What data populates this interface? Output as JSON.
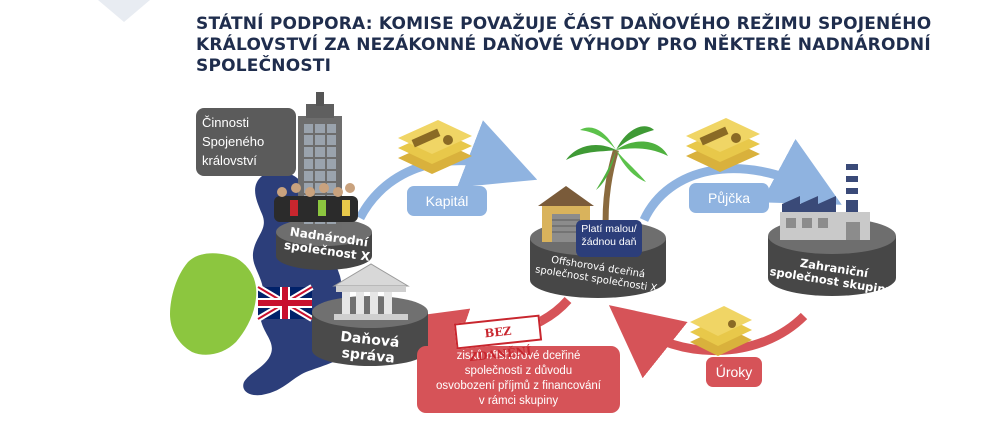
{
  "title_lines": [
    "STÁTNÍ PODPORA: KOMISE POVAŽUJE ČÁST DAŇOVÉHO REŽIMU SPOJENÉHO",
    "KRÁLOVSTVÍ ZA NEZÁKONNÉ DAŇOVÉ VÝHODY PRO NĚKTERÉ NADNÁRODNÍ",
    "SPOLEČNOSTI"
  ],
  "uk_activities_lines": [
    "Činnosti",
    "Spojeného",
    "království"
  ],
  "nodes": {
    "parent_lines": [
      "Nadnárodní",
      "společnost X"
    ],
    "tax_authority": "Daňová správa",
    "offshore_lines": [
      "Offshorová dceřiná",
      "společnost společnosti X"
    ],
    "foreign_lines": [
      "Zahraniční",
      "společnost skupiny X"
    ]
  },
  "flows": {
    "capital": "Kapitál",
    "loan": "Půjčka",
    "interest": "Úroky"
  },
  "low_tax_badge_lines": [
    "Platí malou/",
    "žádnou daň"
  ],
  "no_tax_stamp": "BEZ ZDANĚNÍ",
  "exemption_note_lines": [
    "zisků offshorové dceřiné",
    "společnosti z důvodu",
    "osvobození příjmů z financování",
    "v rámci skupiny"
  ],
  "colors": {
    "title": "#1f2d4d",
    "flow_blue": "#8fb3e0",
    "flow_red": "#d65358",
    "uk_map": "#2c3e7a",
    "ireland_map": "#8cc63f",
    "drum_gray": "#5a5a5a",
    "money": "#e8c84a"
  },
  "icons": [
    "uk-flag-icon",
    "euro-banknote-stack-icon",
    "skyscraper-icon",
    "palm-tree-icon",
    "factory-icon",
    "bank-building-icon",
    "people-group-icon"
  ]
}
